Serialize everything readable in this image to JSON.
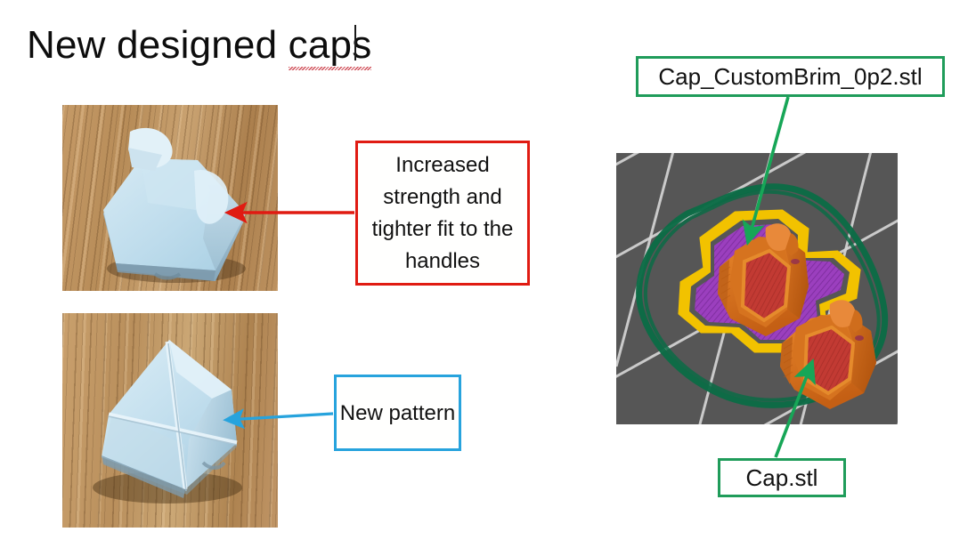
{
  "slide": {
    "background": "#ffffff",
    "title": {
      "text_before": "New designed ",
      "misspelled_word": "caps",
      "full_text": "New designed caps",
      "color": "#0d0d0d",
      "has_spellcheck_underline": true,
      "spellcheck_color": "#c8303c",
      "has_text_caret": true
    }
  },
  "photos": [
    {
      "name": "photo-cap-side-view",
      "alt": "Light blue 3D printed cap resting on wooden table, viewed at an angle",
      "surface": "wood"
    },
    {
      "name": "photo-cap-pattern-view",
      "alt": "Light blue 3D printed cap showing new cross groove pattern on wooden table",
      "surface": "wood"
    }
  ],
  "callouts": [
    {
      "id": "increased-strength",
      "text": "Increased strength and tighter fit to the handles",
      "border_color": "#e01b12",
      "arrow_color": "#e01b12"
    },
    {
      "id": "new-pattern",
      "text": "New pattern",
      "border_color": "#27a3dd",
      "arrow_color": "#27a3dd"
    },
    {
      "id": "custom-brim-file",
      "text": "Cap_CustomBrim_0p2.stl",
      "border_color": "#1f9c5a",
      "arrow_color": "#17a657"
    },
    {
      "id": "cap-file",
      "text": "Cap.stl",
      "border_color": "#1f9c5a",
      "arrow_color": "#17a657"
    }
  ],
  "slicer": {
    "name": "slicer-preview",
    "bed_color": "#565656",
    "grid_line_color": "#d9d9d9",
    "skirt_color": "#0b6b45",
    "model_color": "#e07a22",
    "infill_top_color": "#cc3333",
    "brim_outline_color": "#f2c200",
    "brim_fill_color": "#9b3fbe",
    "objects": [
      {
        "label": "Cap_CustomBrim_0p2.stl",
        "has_custom_brim": true
      },
      {
        "label": "Cap.stl",
        "has_custom_brim": false
      }
    ]
  }
}
